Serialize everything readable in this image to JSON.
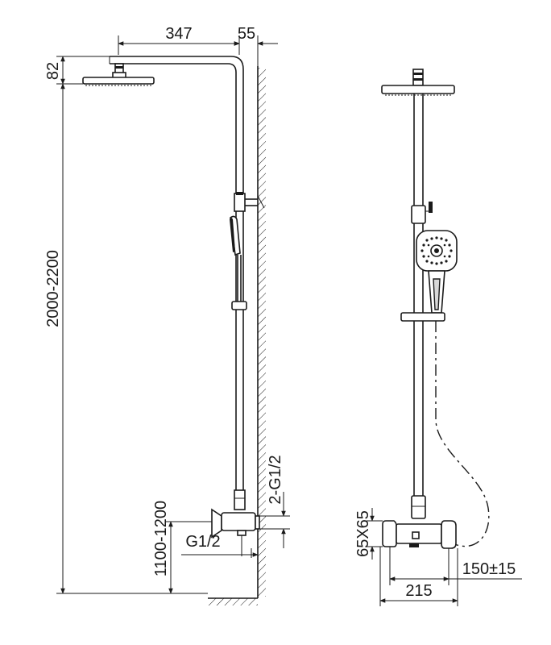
{
  "diagram": {
    "dimensions": {
      "arm_length": "347",
      "wall_offset": "55",
      "head_height": "82",
      "total_height": "2000-2200",
      "mixer_height": "1100-1200",
      "inlet_thread": "G1/2",
      "outlet_thread": "2-G1/2",
      "body_size": "65X65",
      "inlet_spacing": "150±15",
      "overall_width": "215"
    },
    "colors": {
      "line": "#1a1a1a",
      "background": "#ffffff"
    }
  }
}
